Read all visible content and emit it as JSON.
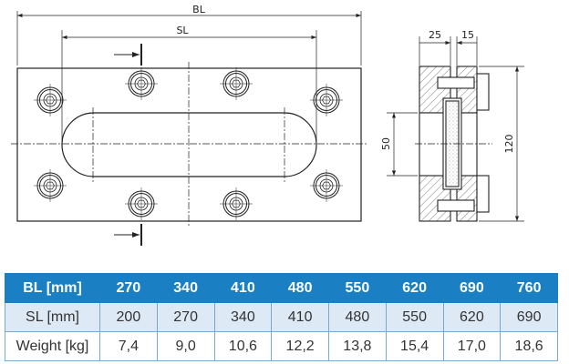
{
  "drawing": {
    "dim_bl": "BL",
    "dim_sl": "SL",
    "dim_25": "25",
    "dim_15": "15",
    "dim_50": "50",
    "dim_120": "120"
  },
  "table": {
    "header": [
      "BL [mm]",
      "270",
      "340",
      "410",
      "480",
      "550",
      "620",
      "690",
      "760"
    ],
    "rows": [
      [
        "SL [mm]",
        "200",
        "270",
        "340",
        "410",
        "480",
        "550",
        "620",
        "690"
      ],
      [
        "Weight [kg]",
        "7,4",
        "9,0",
        "10,6",
        "12,2",
        "13,8",
        "15,4",
        "17,0",
        "18,6"
      ]
    ]
  },
  "colors": {
    "header": "#1b7fc3",
    "row_alt": "#dde9f5"
  }
}
